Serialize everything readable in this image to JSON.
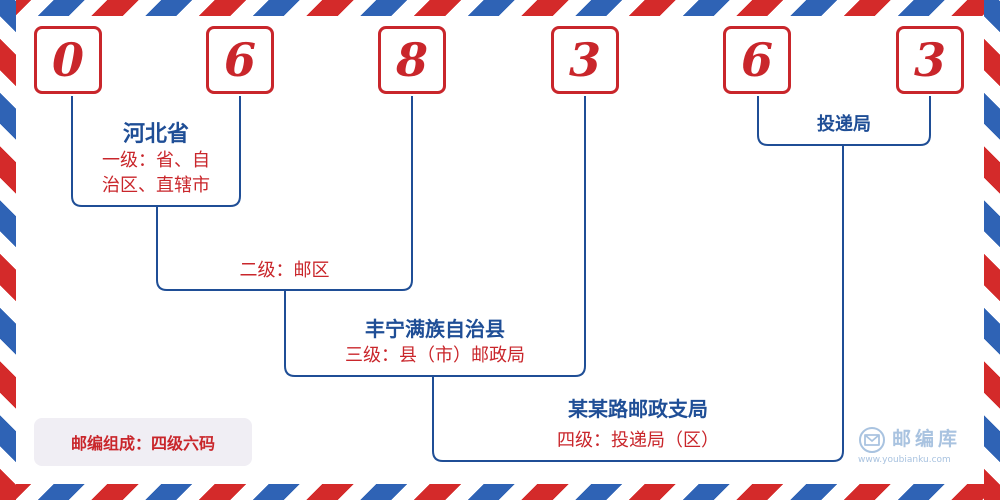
{
  "digits": [
    "0",
    "6",
    "8",
    "3",
    "6",
    "3"
  ],
  "levels": {
    "province": {
      "name": "河北省",
      "desc_line1": "一级：省、自",
      "desc_line2": "治区、直辖市"
    },
    "district": {
      "desc": "二级：邮区"
    },
    "county": {
      "name": "丰宁满族自治县",
      "desc": "三级：县（市）邮政局"
    },
    "branch": {
      "name": "某某路邮政支局",
      "desc": "四级：投递局（区）"
    },
    "delivery": {
      "name": "投递局"
    }
  },
  "legend": "邮编组成：四级六码",
  "brand": {
    "name": "邮编库",
    "url": "www.youbianku.com",
    "icon": "envelope-circle-icon"
  },
  "colors": {
    "red": "#c9262b",
    "blue": "#1f4e96",
    "stripe_red": "#d42a2a",
    "stripe_blue": "#2f63b5"
  }
}
